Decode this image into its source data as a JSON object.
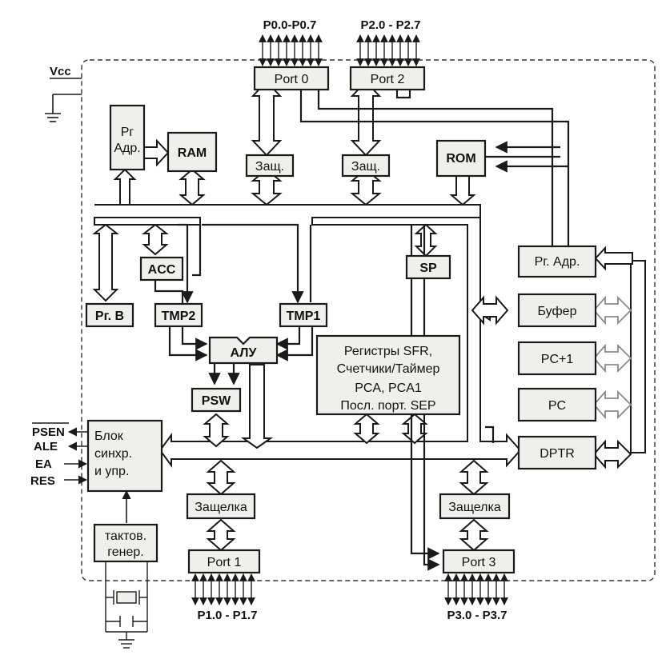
{
  "blocks": {
    "port0": "Port 0",
    "port2": "Port 2",
    "port1": "Port 1",
    "port3": "Port 3",
    "pr_adr_top_l1": "Рг",
    "pr_adr_top_l2": "Адр.",
    "ram": "RAM",
    "latch0": "Защ.",
    "latch2": "Защ.",
    "rom": "ROM",
    "acc": "ACC",
    "sp": "SP",
    "reg_b": "Рг. В",
    "tmp2": "TMP2",
    "tmp1": "TMP1",
    "alu": "АЛУ",
    "psw": "PSW",
    "sfr_l1": "Регистры SFR,",
    "sfr_l2": "Счетчики/Таймер",
    "sfr_l3": "PCA, PCA1",
    "sfr_l4": "Посл. порт. SEP",
    "reg_adr": "Рг. Адр.",
    "buffer": "Буфер",
    "pc_plus1": "PC+1",
    "pc": "PC",
    "dptr": "DPTR",
    "ctrl_l1": "Блок",
    "ctrl_l2": "синхр.",
    "ctrl_l3": "и упр.",
    "latch1": "Защелка",
    "latch3": "Защелка",
    "clk_l1": "тактов.",
    "clk_l2": "генер."
  },
  "pins": {
    "p0": "P0.0-P0.7",
    "p2": "P2.0 - P2.7",
    "p1": "P1.0 - P1.7",
    "p3": "P3.0 - P3.7",
    "vcc": "Vcc",
    "psen": "PSEN",
    "ale": "ALE",
    "ea": "EA",
    "res": "RES"
  }
}
